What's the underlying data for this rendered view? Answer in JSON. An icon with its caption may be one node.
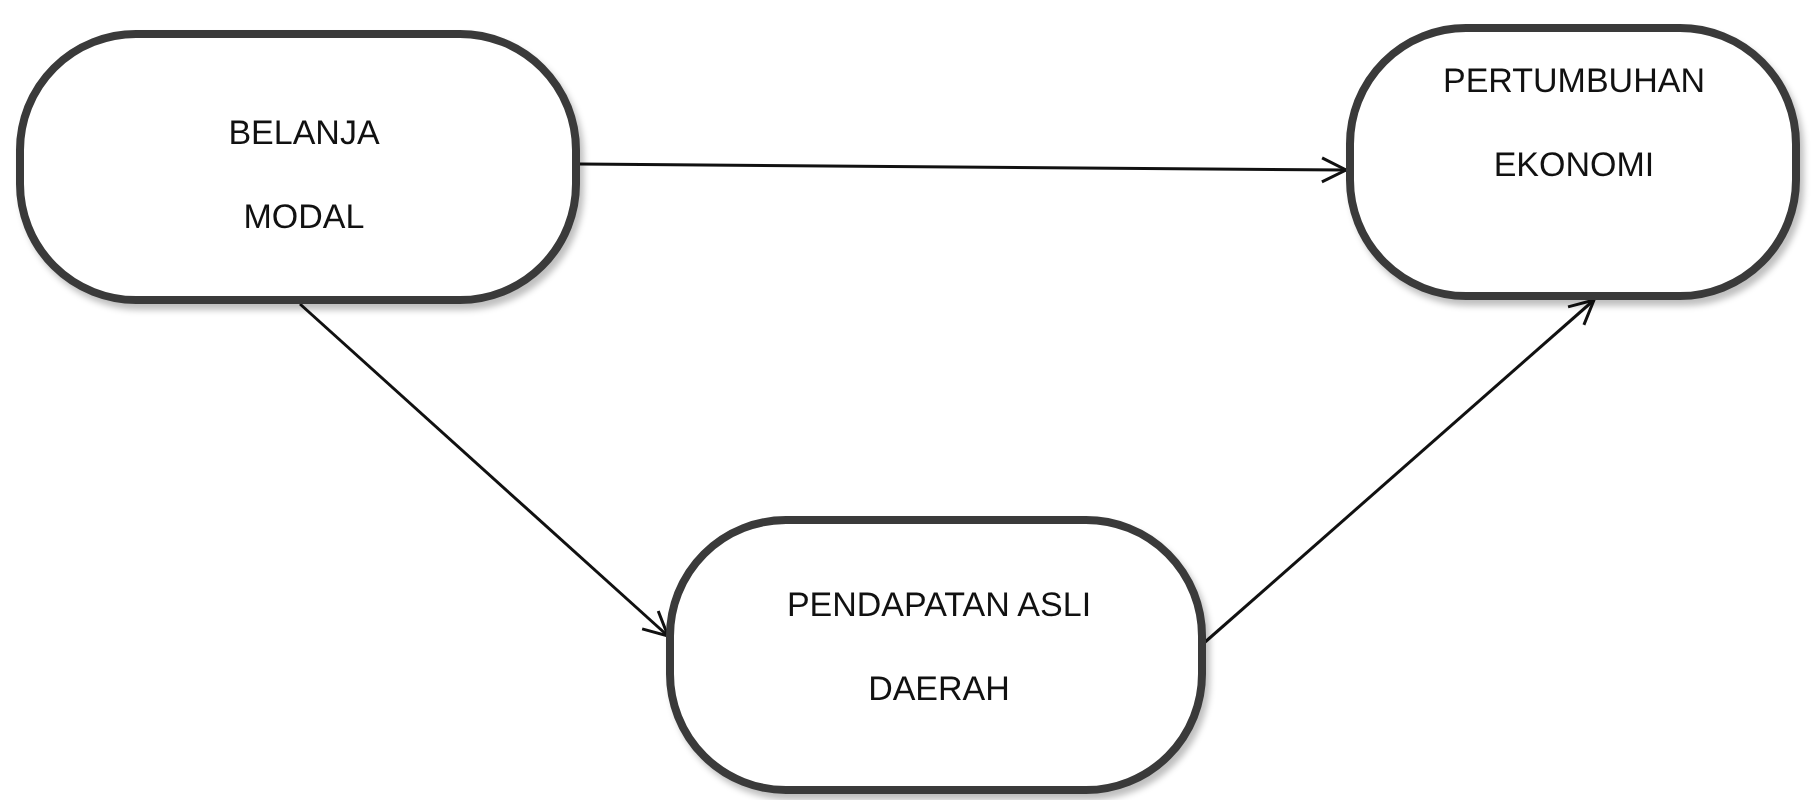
{
  "diagram": {
    "nodes": [
      {
        "text": [
          "BELANJA MODAL"
        ]
      },
      {
        "text": [
          "PERTUMBUHAN EKONOMI"
        ]
      },
      {
        "text": [
          "PENDAPATAN ASLI DAERAH"
        ]
      }
    ],
    "edges": [
      {
        "from": 0,
        "to": 1,
        "arrow": "to"
      },
      {
        "from": 0,
        "to": 2,
        "arrow": "to"
      },
      {
        "from": 2,
        "to": 1,
        "arrow": "to"
      }
    ]
  }
}
